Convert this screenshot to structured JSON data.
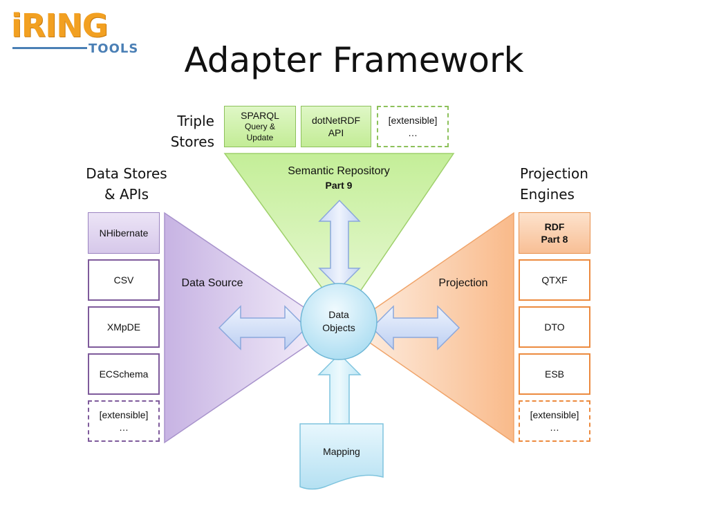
{
  "logo": {
    "word": "iRING",
    "subword": "TOOLS"
  },
  "title": "Adapter Framework",
  "captions": {
    "triple_stores": [
      "Triple",
      "Stores"
    ],
    "data_stores": [
      "Data Stores",
      "& APIs"
    ],
    "projection_engines": [
      "Projection",
      "Engines"
    ]
  },
  "triple_store_boxes": {
    "sparql": [
      "SPARQL",
      "Query &",
      "Update"
    ],
    "dotnetrdf": [
      "dotNetRDF",
      "API"
    ],
    "extensible": [
      "[extensible]",
      "…"
    ]
  },
  "data_store_boxes": {
    "nhibernate": "NHibernate",
    "csv": "CSV",
    "xmpde": "XMpDE",
    "ecschema": "ECSchema",
    "extensible": [
      "[extensible]",
      "…"
    ]
  },
  "projection_boxes": {
    "rdf": [
      "RDF",
      "Part 8"
    ],
    "qtxf": "QTXF",
    "dto": "DTO",
    "esb": "ESB",
    "extensible": [
      "[extensible]",
      "…"
    ]
  },
  "regions": {
    "semantic_repository": "Semantic Repository",
    "semantic_part": "Part 9",
    "data_source": "Data Source",
    "projection": "Projection",
    "data_objects": [
      "Data",
      "Objects"
    ],
    "mapping": "Mapping"
  },
  "colors": {
    "green": "#c3ec96",
    "purple": "#d6c8ea",
    "orange": "#f8bf95",
    "blue": "#bfe6f4",
    "logo_orange": "#f2a021",
    "logo_blue": "#4a7fb5"
  }
}
